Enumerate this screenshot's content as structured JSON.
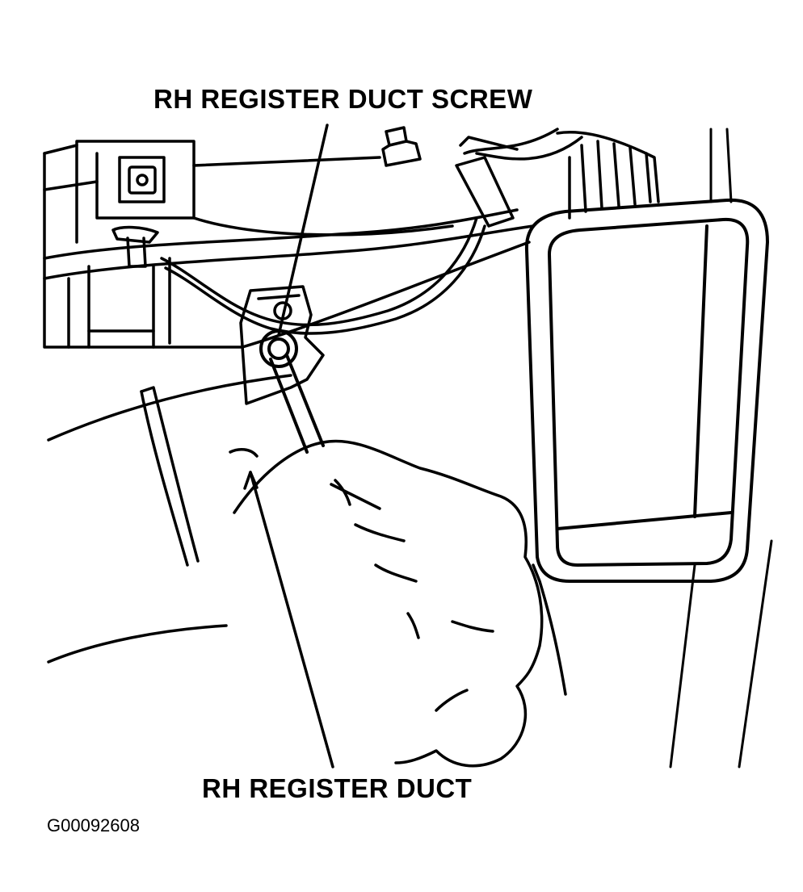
{
  "figure": {
    "callouts": {
      "screw": "RH REGISTER DUCT SCREW",
      "duct": "RH REGISTER DUCT"
    },
    "figure_id": "G00092608"
  },
  "colors": {
    "ink": "#000000",
    "paper": "#ffffff"
  }
}
